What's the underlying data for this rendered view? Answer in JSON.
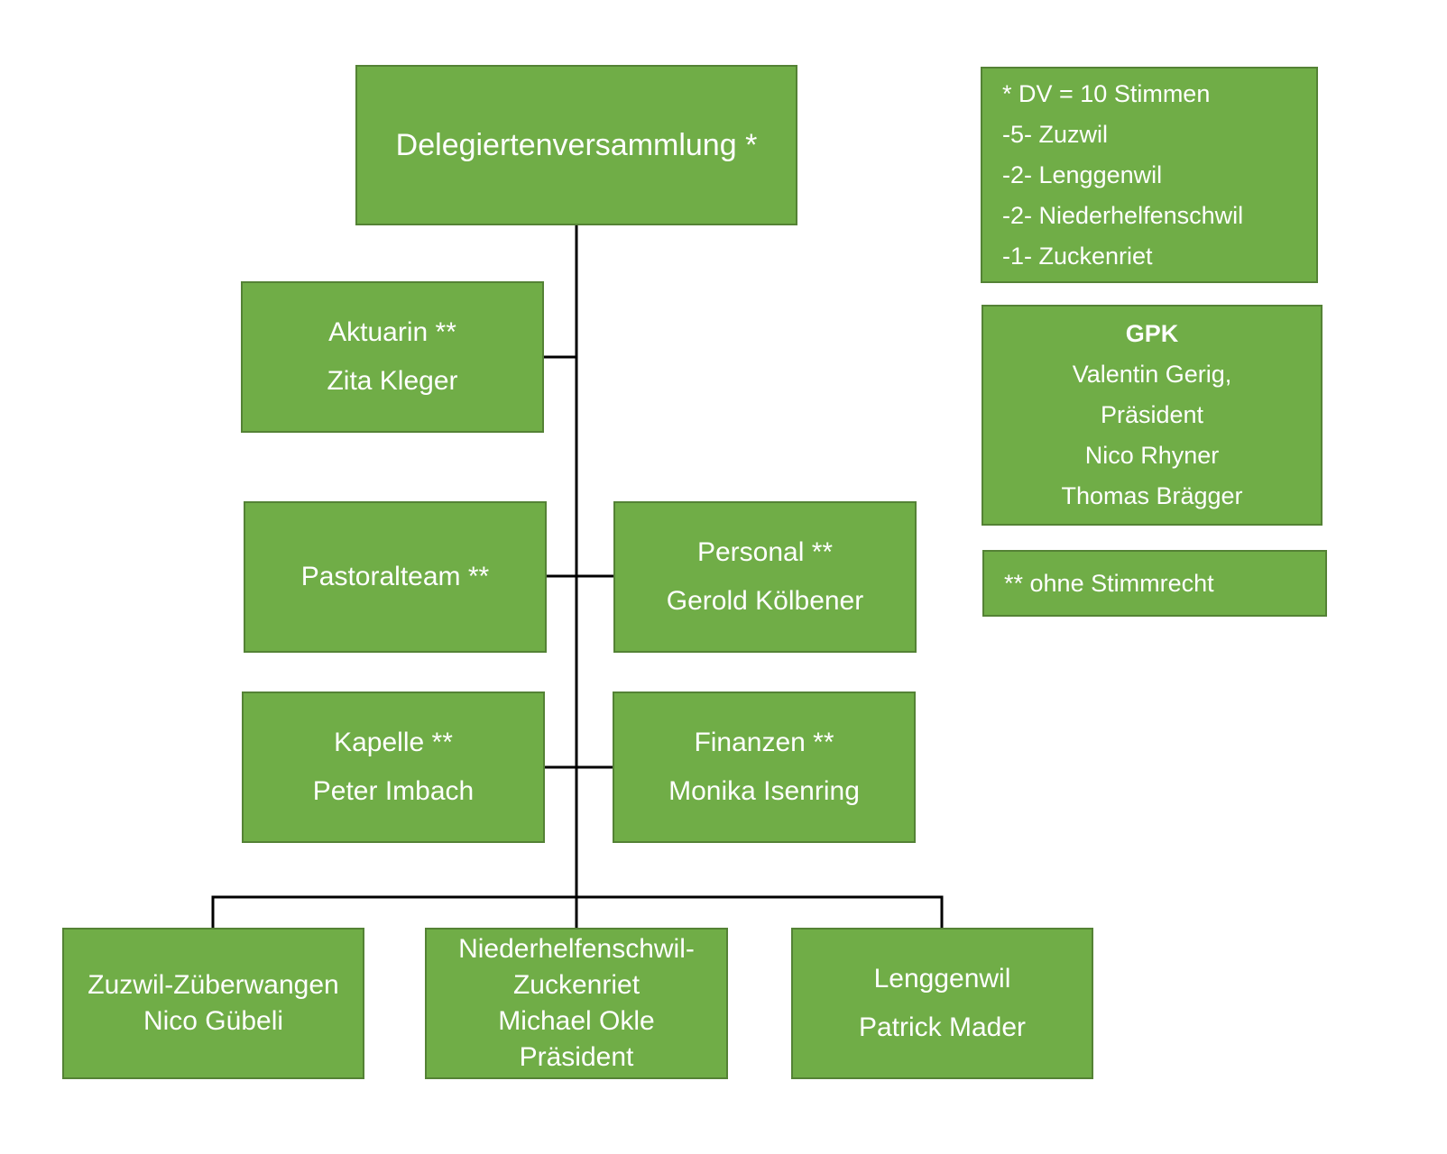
{
  "diagram": {
    "type": "org-chart",
    "colors": {
      "box_fill": "#70ad47",
      "box_border": "#548235",
      "connector": "#000000",
      "text": "#ffffff"
    },
    "root": {
      "lines": [
        "Delegiertenversammlung  *"
      ]
    },
    "staff": [
      {
        "id": "aktuarin",
        "lines": [
          "Aktuarin **",
          "Zita Kleger"
        ]
      },
      {
        "id": "pastoralteam",
        "lines": [
          "Pastoralteam **"
        ]
      },
      {
        "id": "personal",
        "lines": [
          "Personal **",
          "Gerold Kölbener"
        ]
      },
      {
        "id": "kapelle",
        "lines": [
          "Kapelle **",
          "Peter Imbach"
        ]
      },
      {
        "id": "finanzen",
        "lines": [
          "Finanzen **",
          "Monika Isenring"
        ]
      }
    ],
    "members": [
      {
        "id": "zuzwil",
        "lines": [
          "Zuzwil-Züberwangen",
          "Nico Gübeli"
        ]
      },
      {
        "id": "niederhelfenschwil",
        "lines": [
          "Niederhelfenschwil-",
          "Zuckenriet",
          "Michael Okle",
          "Präsident"
        ]
      },
      {
        "id": "lenggenwil",
        "lines": [
          "Lenggenwil",
          "Patrick Mader"
        ]
      }
    ],
    "legend_votes": {
      "lines": [
        "* DV = 10 Stimmen",
        "-5- Zuzwil",
        "-2- Lenggenwil",
        "-2- Niederhelfenschwil",
        "-1- Zuckenriet"
      ]
    },
    "gpk": {
      "title": "GPK",
      "lines": [
        "Valentin Gerig,",
        "Präsident",
        "Nico Rhyner",
        "Thomas Brägger"
      ]
    },
    "legend_no_vote": {
      "lines": [
        "** ohne Stimmrecht"
      ]
    }
  }
}
